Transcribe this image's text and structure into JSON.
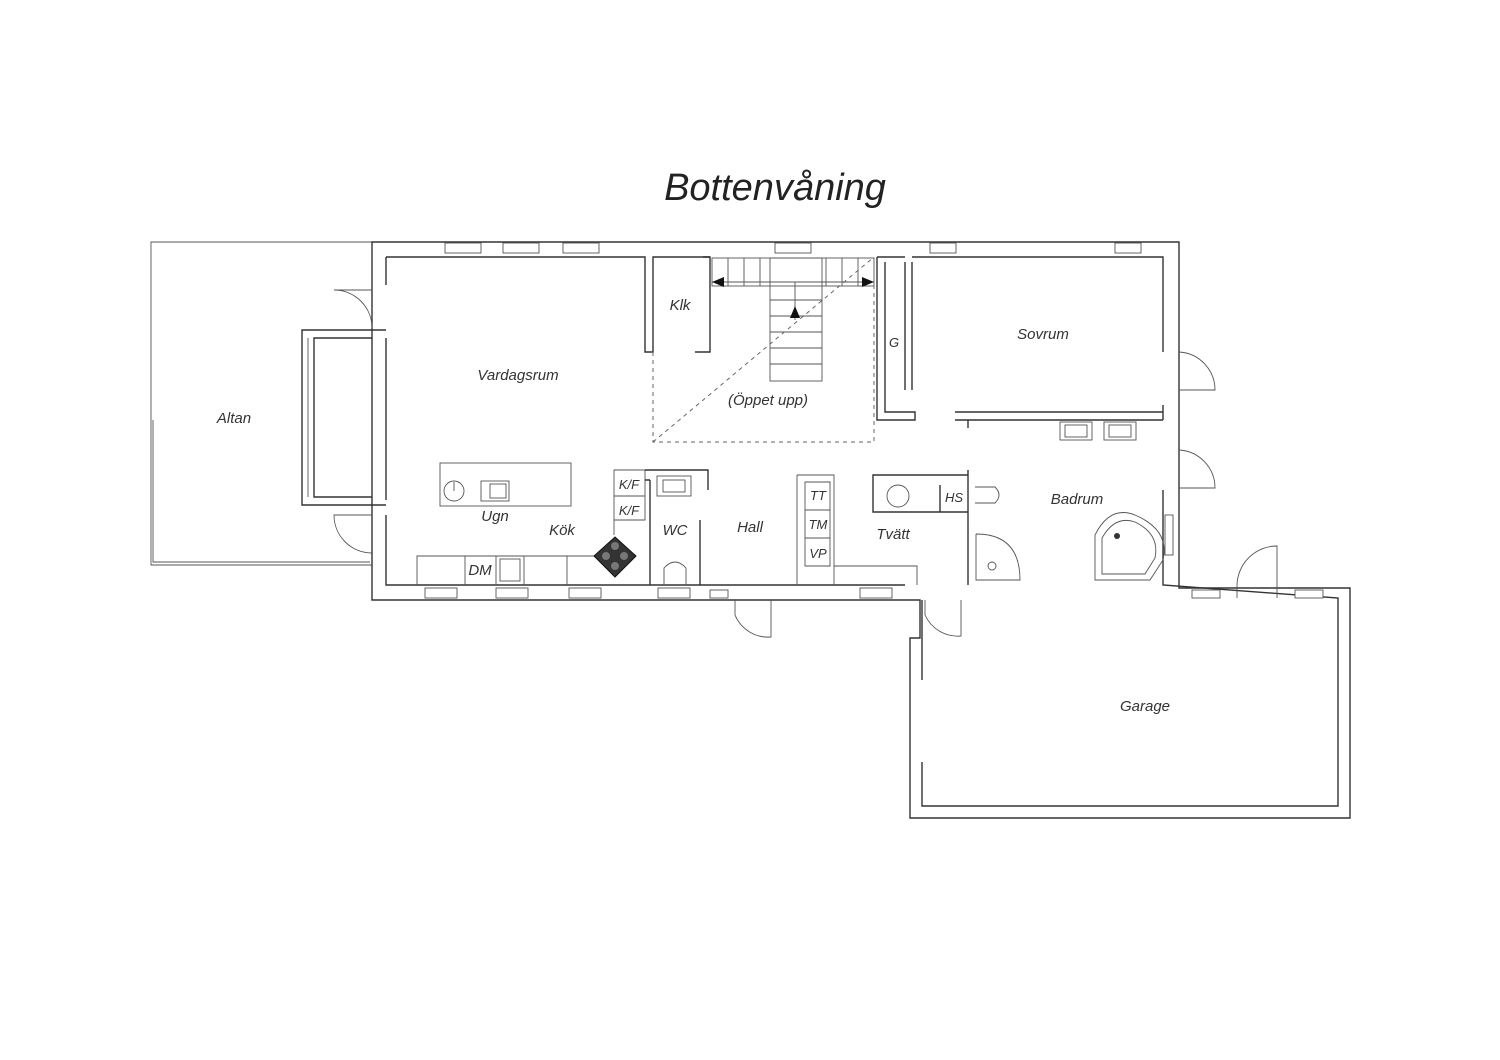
{
  "title": "Bottenvåning",
  "rooms": {
    "altan": "Altan",
    "vardagsrum": "Vardagsrum",
    "klk": "Klk",
    "oppet_upp": "(Öppet upp)",
    "g": "G",
    "sovrum": "Sovrum",
    "ugn": "Ugn",
    "kok": "Kök",
    "kf1": "K/F",
    "kf2": "K/F",
    "wc": "WC",
    "hall": "Hall",
    "tt": "TT",
    "tm": "TM",
    "vp": "VP",
    "tvatt": "Tvätt",
    "hs": "HS",
    "badrum": "Badrum",
    "dm": "DM",
    "garage": "Garage"
  }
}
